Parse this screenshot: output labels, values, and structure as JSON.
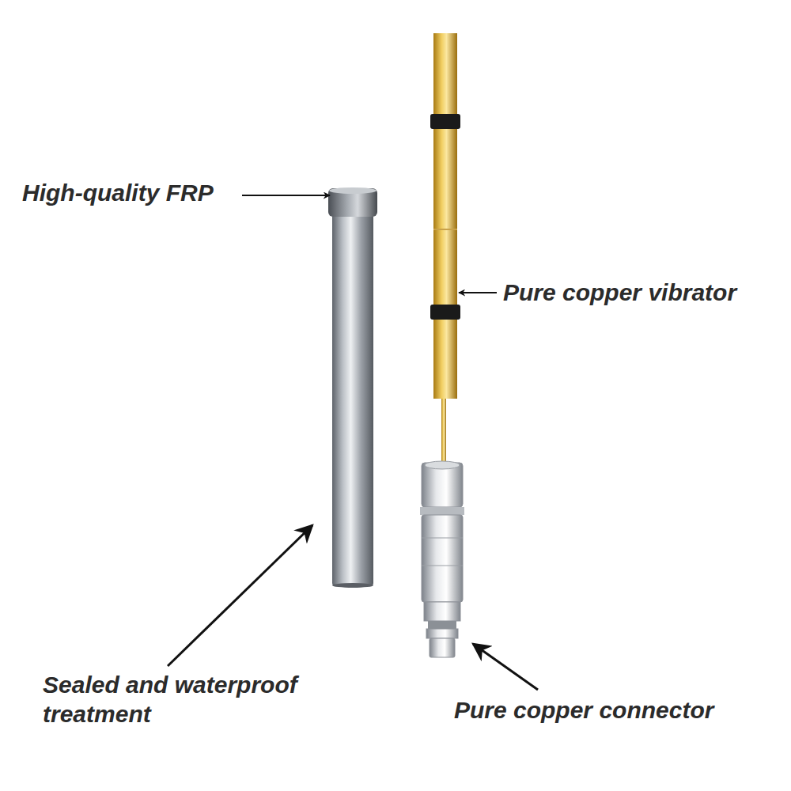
{
  "diagram": {
    "labels": [
      "High-quality FRP",
      "Pure copper vibrator",
      "Sealed and waterproof treatment",
      "Pure copper connector"
    ]
  }
}
